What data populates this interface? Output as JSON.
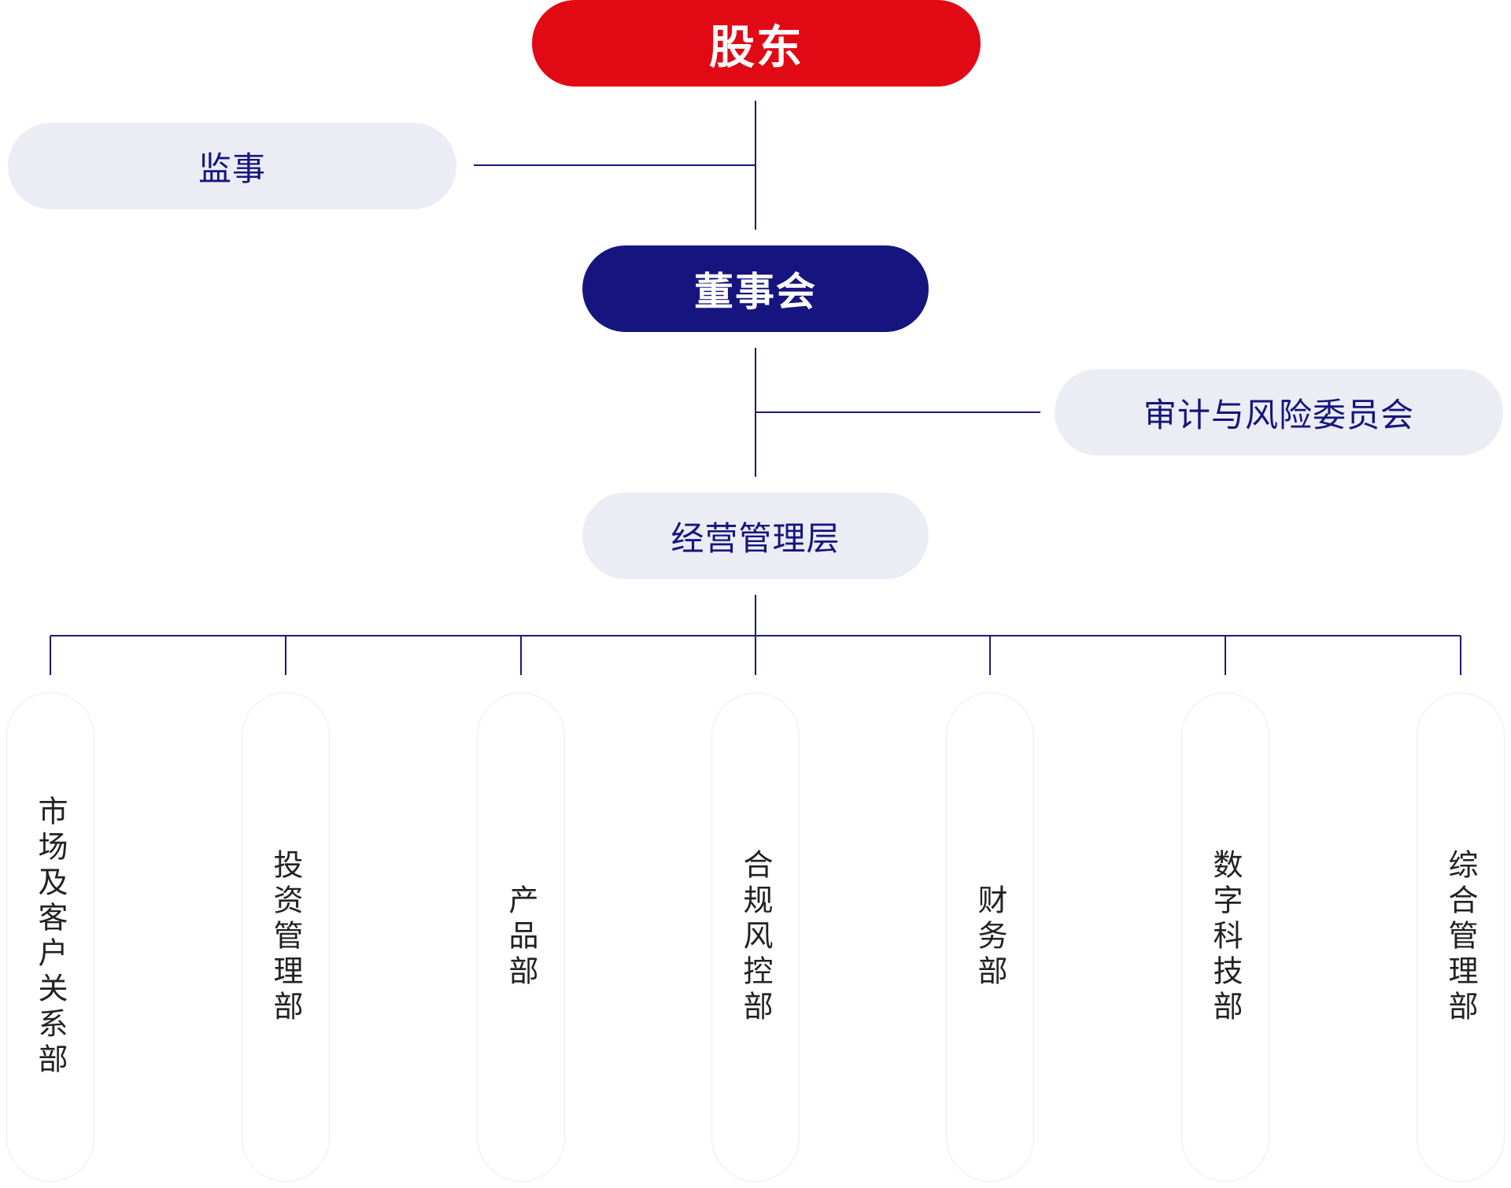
{
  "chart": {
    "top": {
      "label": "股东"
    },
    "supervisor": {
      "label": "监事"
    },
    "board": {
      "label": "董事会"
    },
    "audit_committee": {
      "label": "审计与风险委员会"
    },
    "management": {
      "label": "经营管理层"
    },
    "departments": [
      {
        "label": "市场及客户关系部"
      },
      {
        "label": "投资管理部"
      },
      {
        "label": "产品部"
      },
      {
        "label": "合规风控部"
      },
      {
        "label": "财务部"
      },
      {
        "label": "数字科技部"
      },
      {
        "label": "综合管理部"
      }
    ]
  },
  "colors": {
    "shareholder_fill": "#e10a14",
    "board_fill": "#16157f",
    "secondary_fill": "#ececf4",
    "line": "#1a1a7c",
    "department_text": "#222222"
  }
}
